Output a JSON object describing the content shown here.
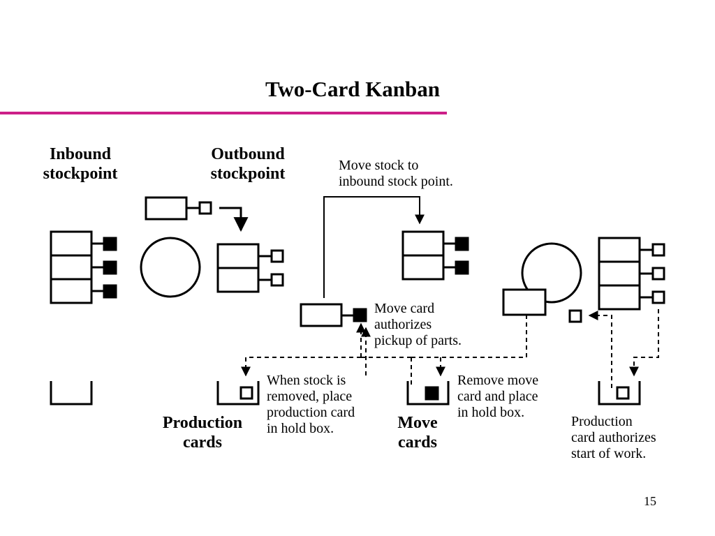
{
  "title": "Two-Card Kanban",
  "labels": {
    "inbound": "Inbound\nstockpoint",
    "outbound": "Outbound\nstockpoint",
    "production_cards": "Production\ncards",
    "move_cards": "Move\ncards"
  },
  "notes": {
    "move_stock": "Move stock to\ninbound stock point.",
    "move_card_authorizes": "Move card\nauthorizes\npickup of parts.",
    "when_stock_removed": "When stock is\nremoved, place\nproduction card\nin hold box.",
    "remove_move_card": "Remove move\ncard and place\nin hold box.",
    "production_card_authorizes": "Production\ncard authorizes\nstart of work."
  },
  "page_number": "15",
  "colors": {
    "accent_rule": "#cc1f88",
    "ink": "#000000"
  }
}
